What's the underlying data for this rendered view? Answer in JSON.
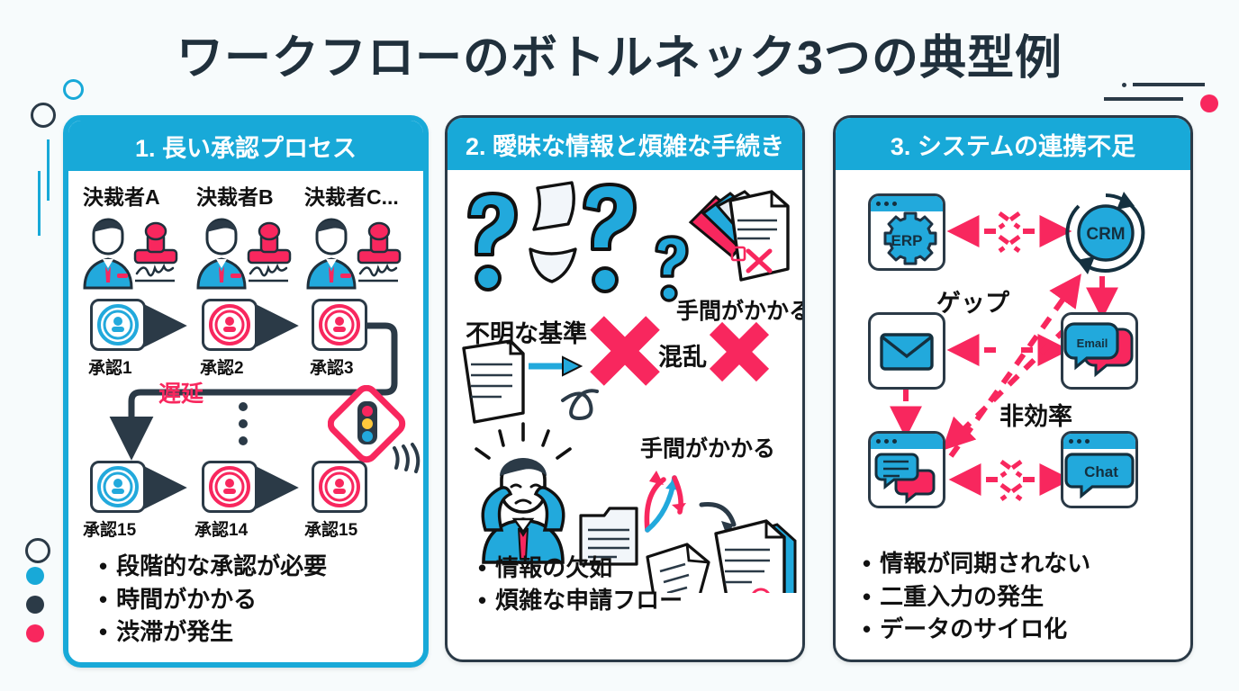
{
  "title": "ワークフローのボトルネック3つの典型例",
  "theme": {
    "accent_cyan": "#18A9D8",
    "accent_pink": "#F8275E",
    "ink_navy": "#2B3A47",
    "background": "#f7fbfc"
  },
  "panels": [
    {
      "id": "long-approval-process",
      "header": "1. 長い承認プロセス",
      "approvers": [
        "決裁者A",
        "決裁者B",
        "決裁者C..."
      ],
      "steps_top": [
        "承認1",
        "承認2",
        "承認3"
      ],
      "steps_bottom": [
        "承認15",
        "承認14",
        "承認15"
      ],
      "delay_label": "遅延",
      "bullet_char": "•",
      "bullets": [
        "段階的な承認が必要",
        "時間がかかる",
        "渋滞が発生"
      ]
    },
    {
      "id": "ambiguous-info-complex-procedure",
      "header": "2. 曖昧な情報と煩雑な手続き",
      "labels": {
        "unclear_criteria": "不明な基準",
        "time_consuming_top": "手間がかかる",
        "confusion": "混乱",
        "time_consuming_bottom": "手間がかかる"
      },
      "bullet_char": "•",
      "bullets": [
        "情報の欠如",
        "煩雑な申請フロー"
      ]
    },
    {
      "id": "system-integration-gap",
      "header": "3. システムの連携不足",
      "nodes": [
        "ERP",
        "CRM",
        "Email",
        "Chat"
      ],
      "labels": {
        "gap": "ゲップ",
        "inefficiency": "非効率"
      },
      "bullet_char": "•",
      "bullets": [
        "情報が同期されない",
        "二重入力の発生",
        "データのサイロ化"
      ]
    }
  ]
}
